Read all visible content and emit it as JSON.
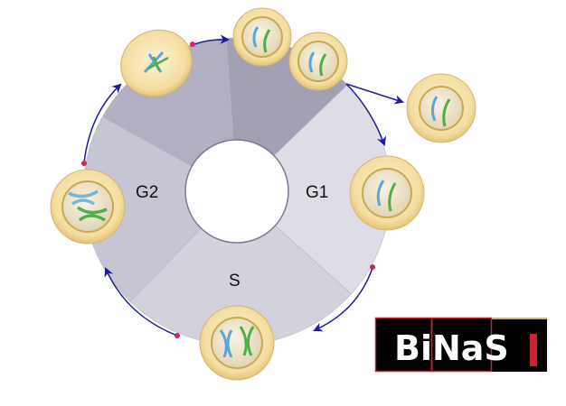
{
  "diagram": {
    "phases": [
      {
        "id": "g1",
        "label": "G1",
        "color": "#dedde6"
      },
      {
        "id": "s",
        "label": "S",
        "color": "#d2d1dc"
      },
      {
        "id": "g2",
        "label": "G2",
        "color": "#c6c5d3"
      },
      {
        "id": "m1",
        "label": "",
        "color": "#b1afc1"
      },
      {
        "id": "m2",
        "label": "",
        "color": "#a3a0b5"
      }
    ],
    "colors": {
      "arrow": "#1c1c9c",
      "checkpoint": "#d8245a",
      "cell": "#f3dc9a",
      "chromatid_blue": "#5aa6dc",
      "chromatid_green": "#4fae4a"
    }
  },
  "logo": {
    "text": "BiNaS",
    "background": "#000000",
    "accent": "#c8252b"
  }
}
